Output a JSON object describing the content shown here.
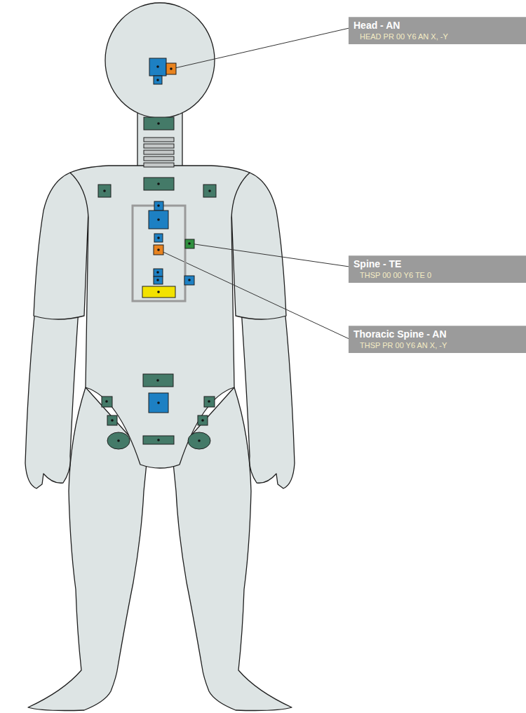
{
  "diagram": {
    "nodes": [
      {
        "text": [
          "Head - AN",
          "HEAD PR 00 Y6 AN X, -Y"
        ]
      },
      {
        "text": [
          "Spine - TE",
          "THSP 00 00 Y6 TE 0"
        ]
      },
      {
        "text": [
          "Thoracic Spine - AN",
          "THSP PR 00 Y6 AN X, -Y"
        ]
      }
    ]
  }
}
